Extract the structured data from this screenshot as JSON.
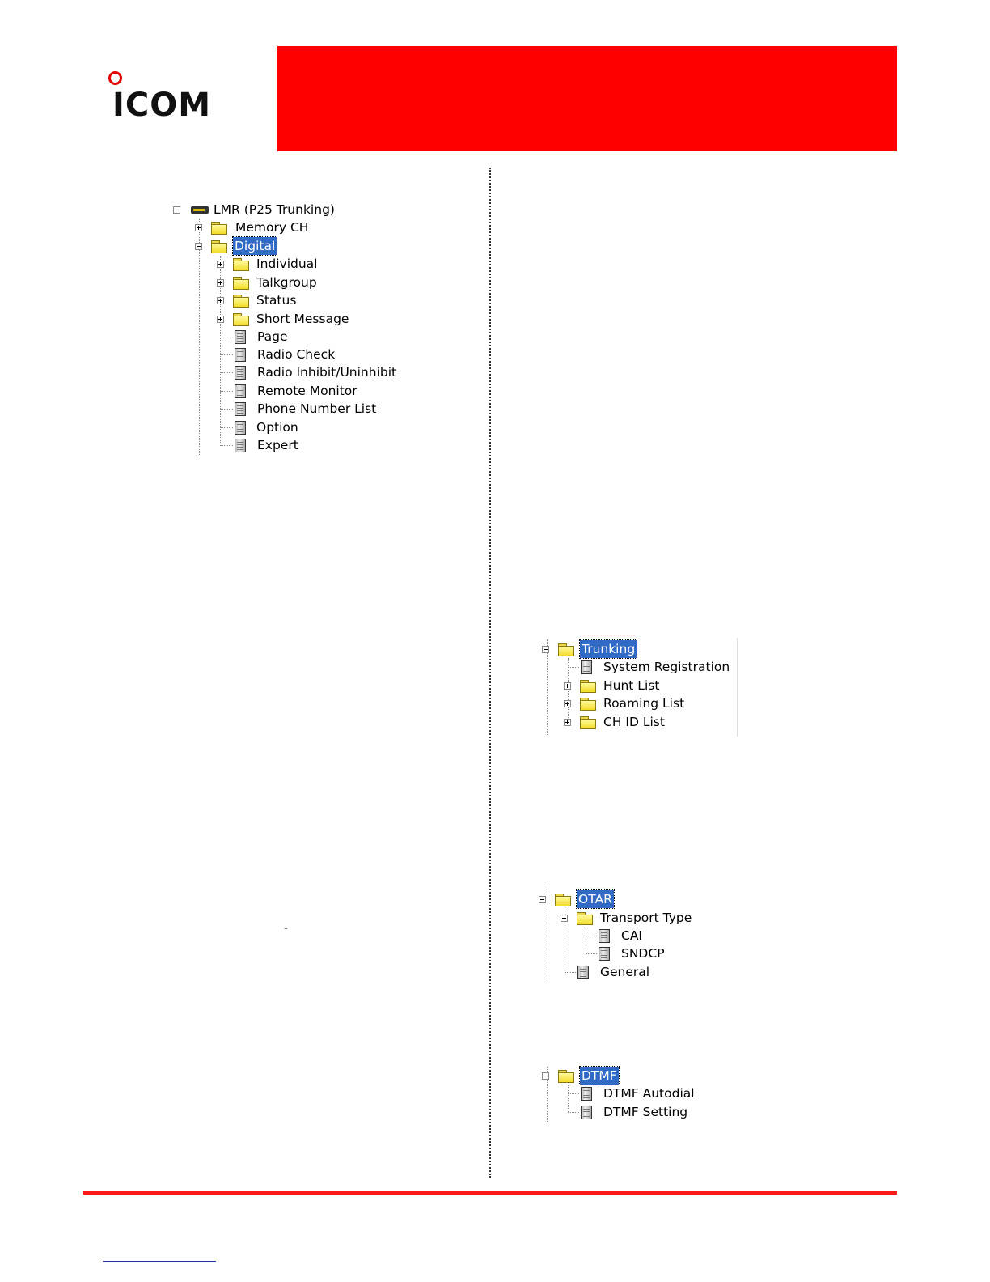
{
  "header": {
    "logo_text": "ICOM",
    "banner_color": "#ff0000"
  },
  "tree_lmr": {
    "root": "LMR (P25 Trunking)",
    "memory": "Memory CH",
    "digital": "Digital",
    "children": [
      "Individual",
      "Talkgroup",
      "Status",
      "Short Message",
      "Page",
      "Radio Check",
      "Radio Inhibit/Uninhibit",
      "Remote Monitor",
      "Phone Number List",
      "Option",
      "Expert"
    ]
  },
  "tree_trunking": {
    "root": "Trunking",
    "children": [
      "System Registration",
      "Hunt List",
      "Roaming List",
      "CH ID List"
    ]
  },
  "tree_otar": {
    "root": "OTAR",
    "transport": "Transport Type",
    "transport_children": [
      "CAI",
      "SNDCP"
    ],
    "general": "General"
  },
  "tree_dtmf": {
    "root": "DTMF",
    "children": [
      "DTMF Autodial",
      "DTMF Setting"
    ]
  },
  "misc": {
    "dash": "-"
  }
}
